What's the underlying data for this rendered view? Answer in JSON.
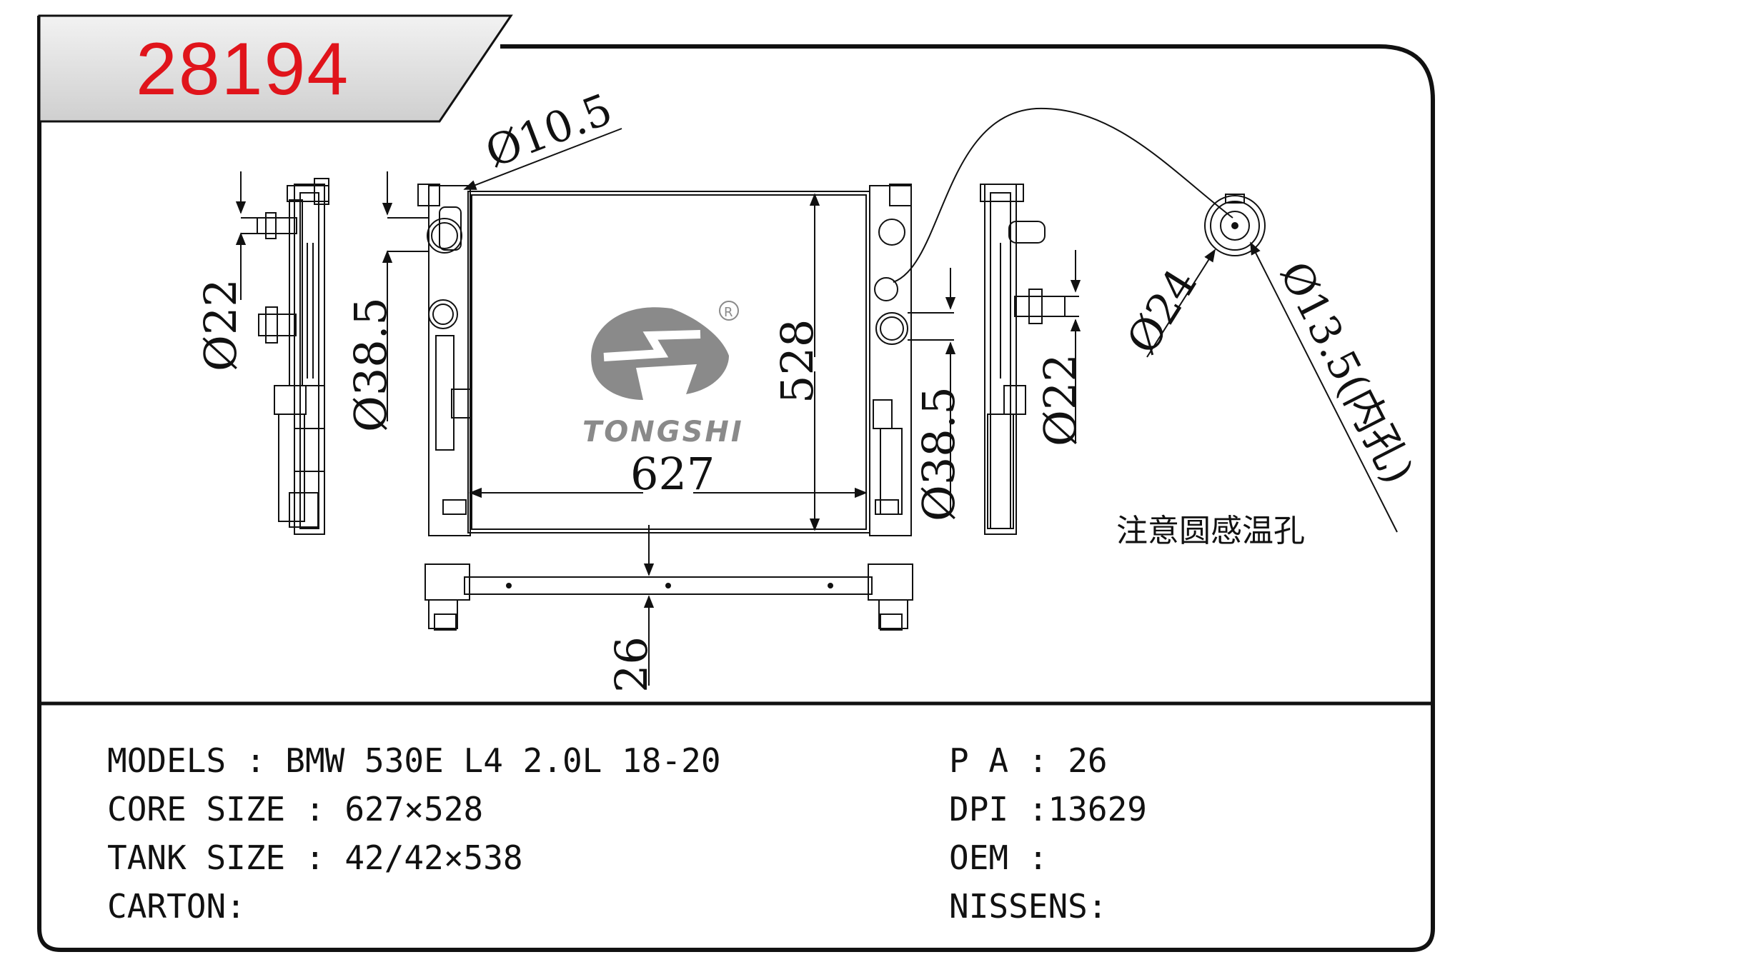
{
  "part_number": "28194",
  "brand": {
    "name": "TONGSHI",
    "registered_mark": "R"
  },
  "dimensions": {
    "inlet_diameter_left": "Ø22",
    "outlet_diameter_left": "Ø38.5",
    "top_hole_diameter": "Ø10.5",
    "core_width": "627",
    "core_height": "528",
    "outlet_diameter_right": "Ø38.5",
    "inlet_diameter_right": "Ø22",
    "sensor_outer_diameter": "Ø24",
    "sensor_inner_diameter": "Ø13.5(内孔)",
    "thickness": "26"
  },
  "note": "注意圆感温孔",
  "specs_left": [
    {
      "label": "MODELS",
      "sep": " : ",
      "value": "BMW 530E L4 2.0L 18-20"
    },
    {
      "label": "CORE SIZE",
      "sep": " : ",
      "value": "627×528"
    },
    {
      "label": "TANK SIZE",
      "sep": " : ",
      "value": "42/42×538"
    },
    {
      "label": "CARTON",
      "sep": ":",
      "value": ""
    }
  ],
  "specs_right": [
    {
      "label": "P A",
      "sep": " : ",
      "value": "26"
    },
    {
      "label": "DPI",
      "sep": " :",
      "value": "13629"
    },
    {
      "label": "OEM",
      "sep": " : ",
      "value": ""
    },
    {
      "label": "NISSENS",
      "sep": ":",
      "value": ""
    }
  ],
  "colors": {
    "part_number": "#e0141b",
    "logo": "#8a8a8a",
    "line": "#111111",
    "header_band": "#d9d9d9"
  }
}
